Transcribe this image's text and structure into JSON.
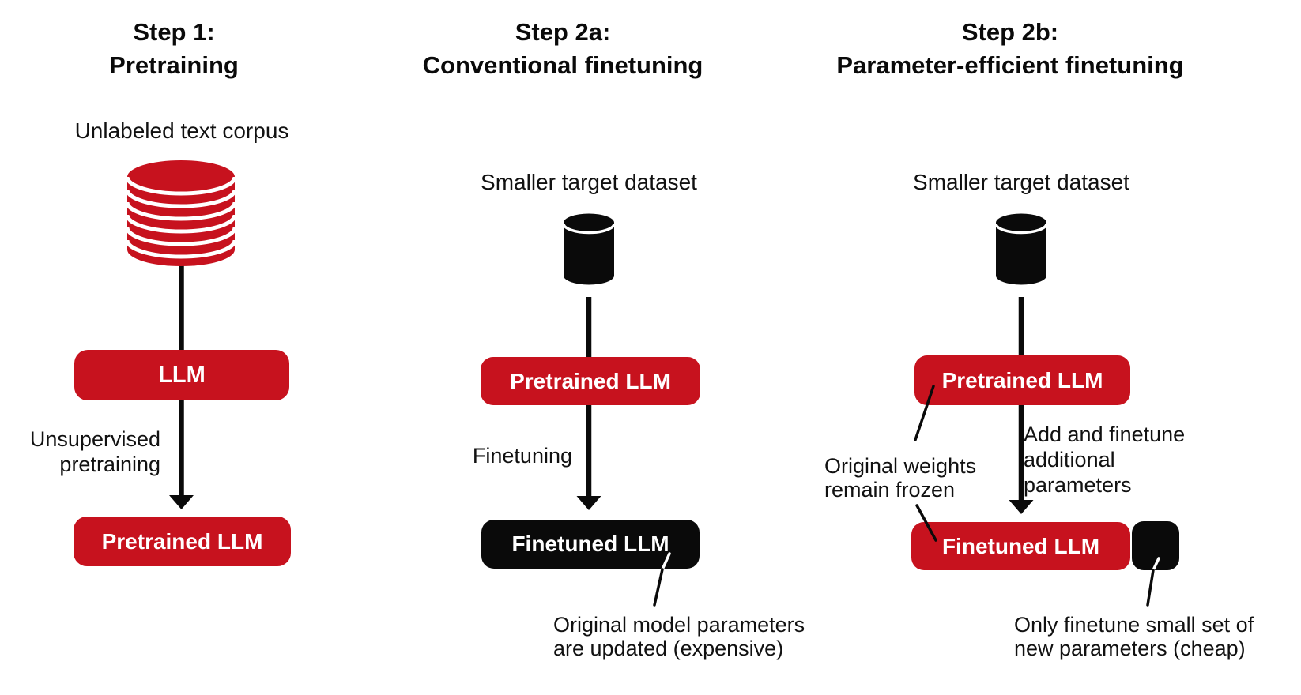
{
  "figure": {
    "background": "#FFFFFF",
    "colors": {
      "red": "#C7121E",
      "black": "#0A0A0A",
      "text": "#111111",
      "box_text": "#FFFFFF"
    }
  },
  "columns": [
    {
      "title_lines": [
        "Step 1:",
        "Pretraining"
      ],
      "dataset_label": "Unlabeled text corpus",
      "dataset_icon": "database-stack-icon",
      "box1_label": "LLM",
      "arrow_label_lines": [
        "Unsupervised",
        "pretraining"
      ],
      "box2_label": "Pretrained LLM"
    },
    {
      "title_lines": [
        "Step 2a:",
        "Conventional finetuning"
      ],
      "dataset_label": "Smaller target dataset",
      "dataset_icon": "database-icon",
      "box1_label": "Pretrained LLM",
      "arrow_label_lines": [
        "Finetuning"
      ],
      "box2_label": "Finetuned LLM",
      "annotation_lines": [
        "Original model parameters",
        "are updated (expensive)"
      ]
    },
    {
      "title_lines": [
        "Step 2b:",
        "Parameter-efficient finetuning"
      ],
      "dataset_label": "Smaller target dataset",
      "dataset_icon": "database-icon",
      "box1_label": "Pretrained LLM",
      "frozen_note_lines": [
        "Original weights",
        "remain frozen"
      ],
      "arrow_label_lines": [
        "Add and finetune",
        "additional",
        "parameters"
      ],
      "box2_label": "Finetuned LLM",
      "new_params_note_lines": [
        "Only finetune small set of",
        "new parameters (cheap)"
      ]
    }
  ]
}
